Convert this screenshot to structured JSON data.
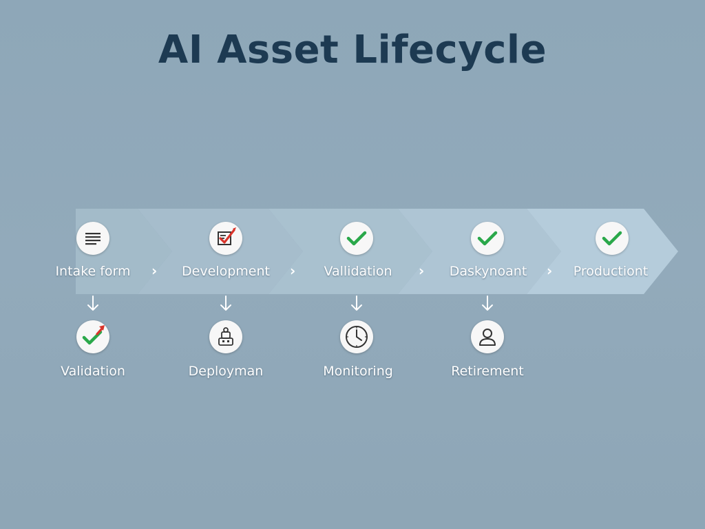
{
  "title": "AI Asset Lifecycle",
  "top_row": [
    {
      "label": "Intake form",
      "icon": "document-lines-icon"
    },
    {
      "label": "Development",
      "icon": "checkbox-check-icon"
    },
    {
      "label": "Vallidation",
      "icon": "check-icon"
    },
    {
      "label": "Daskynoant",
      "icon": "check-icon"
    },
    {
      "label": "Productiont",
      "icon": "check-icon"
    }
  ],
  "bottom_row": [
    {
      "label": "Validation",
      "icon": "check-arrow-icon"
    },
    {
      "label": "Deployman",
      "icon": "robot-icon"
    },
    {
      "label": "Monitoring",
      "icon": "clock-icon"
    },
    {
      "label": "Retirement",
      "icon": "person-icon"
    }
  ],
  "colors": {
    "title": "#1d3a52",
    "check_green": "#2aa84a",
    "accent_red": "#d9342b",
    "band": "#a9c1d1",
    "band_light": "#c3d8e6"
  }
}
